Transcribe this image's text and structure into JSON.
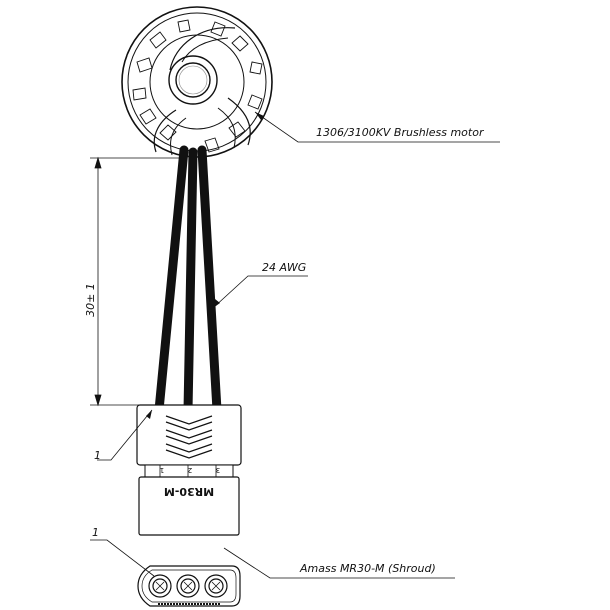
{
  "labels": {
    "motor": "1306/3100KV Brushless motor",
    "wire": "24 AWG",
    "length": "30± 1",
    "item_marker_top": "1",
    "item_marker_bottom": "1",
    "connector": "Amass MR30-M (Shroud)",
    "connector_marking": "MR30-M",
    "pin_1": "1",
    "pin_2": "2",
    "pin_3": "3"
  }
}
